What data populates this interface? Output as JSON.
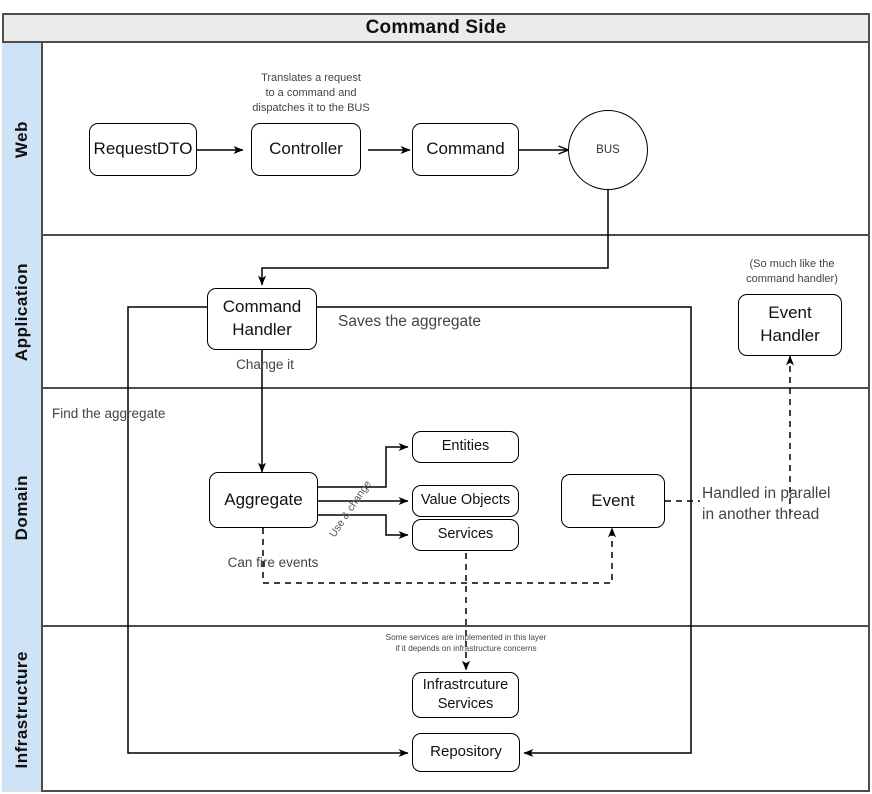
{
  "header": {
    "title": "Command Side"
  },
  "lanes": [
    {
      "name": "Web"
    },
    {
      "name": "Application"
    },
    {
      "name": "Domain"
    },
    {
      "name": "Infrastructure"
    }
  ],
  "web": {
    "request_dto": "RequestDTO",
    "controller": "Controller",
    "command": "Command",
    "bus": "BUS",
    "controller_note_line1": "Translates a request",
    "controller_note_line2": "to a command and",
    "controller_note_line3": "dispatches it to the BUS"
  },
  "application": {
    "command_handler_line1": "Command",
    "command_handler_line2": "Handler",
    "saves_label": "Saves the aggregate",
    "change_label": "Change it",
    "event_handler_line1": "Event",
    "event_handler_line2": "Handler",
    "event_handler_note_line1": "(So much like the",
    "event_handler_note_line2": "command handler)"
  },
  "domain": {
    "find_label": "Find the aggregate",
    "aggregate": "Aggregate",
    "entities": "Entities",
    "value_objects": "Value Objects",
    "services": "Services",
    "event": "Event",
    "use_change_label": "Use & change",
    "can_fire_label": "Can fire events",
    "parallel_note_line1": "Handled in parallel",
    "parallel_note_line2": "in another thread"
  },
  "infrastructure": {
    "infra_services_line1": "Infrastrcuture",
    "infra_services_line2": "Services",
    "repository": "Repository",
    "infra_note_line1": "Some services are implemented in this layer",
    "infra_note_line2": "if it depends on infrastructure concerns"
  },
  "colors": {
    "lane_fill": "#cfe3f7",
    "header_fill": "#ebebeb",
    "border": "#4d4d4d",
    "node_border": "#000000",
    "text": "#111111"
  }
}
